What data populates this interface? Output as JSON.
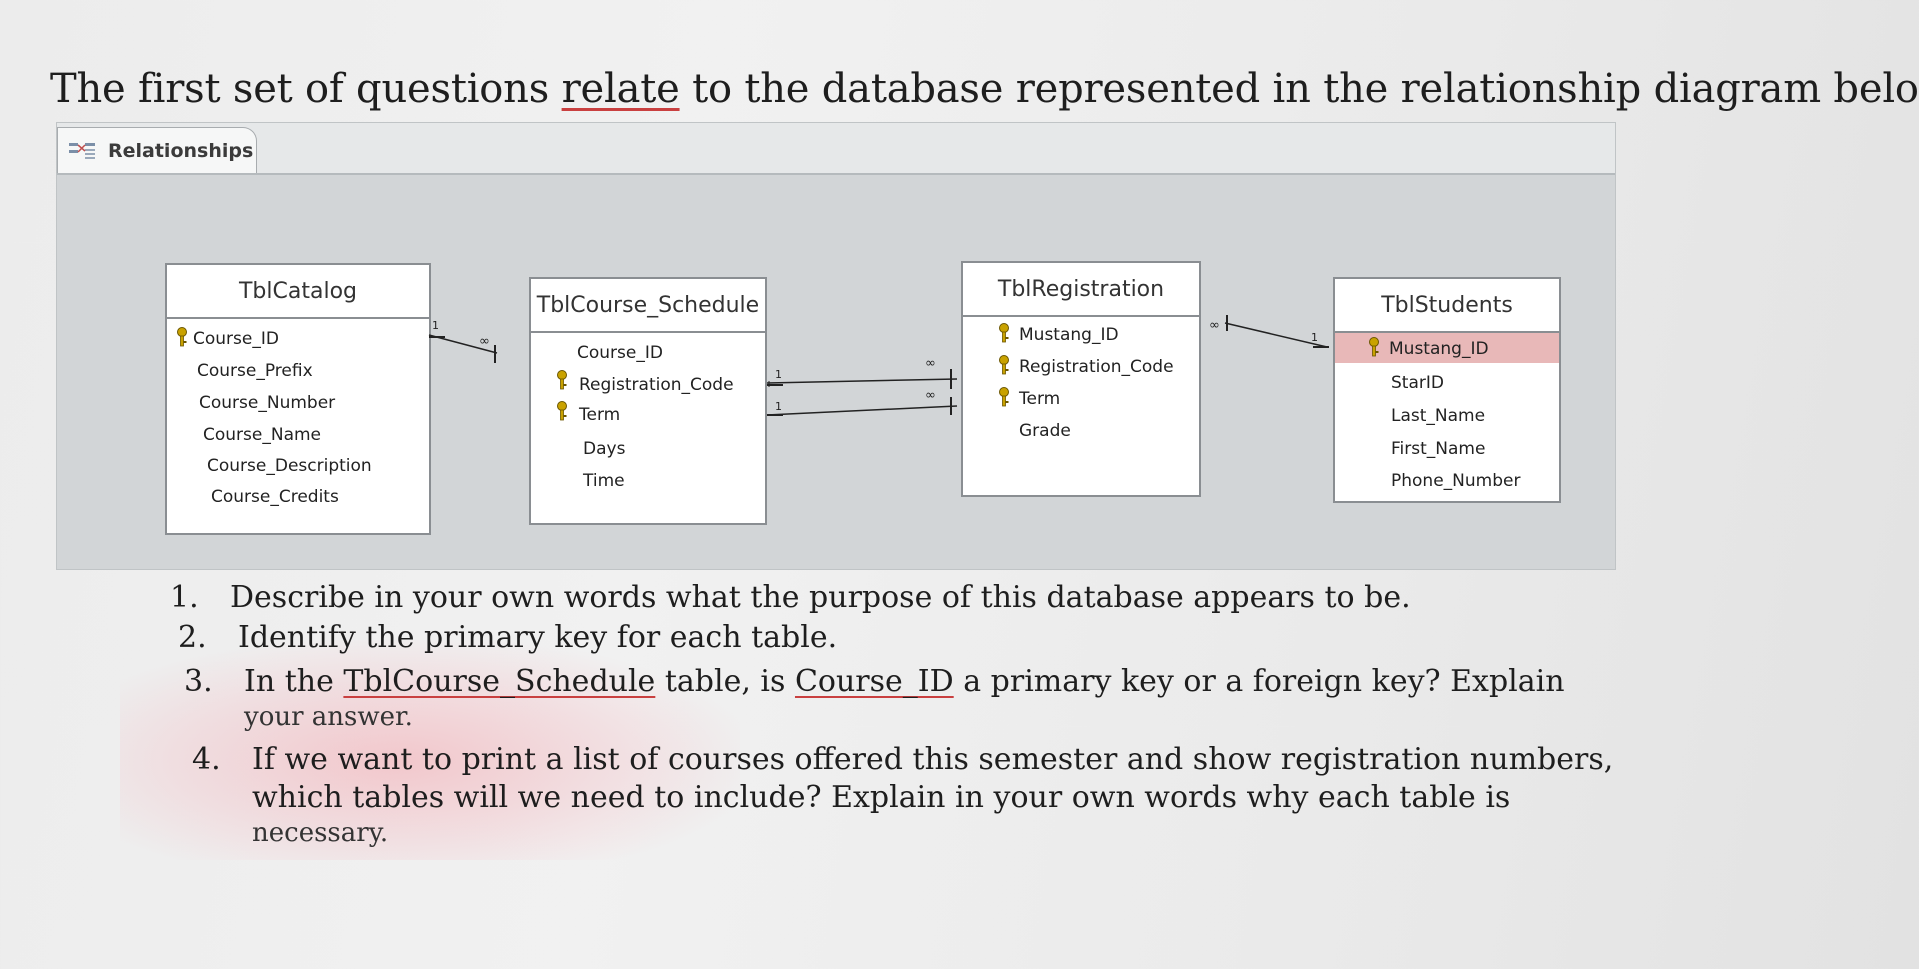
{
  "heading": {
    "before": "The first set of questions ",
    "underlined": "relate",
    "after": " to the database represented in the relationship diagram below."
  },
  "tab": {
    "icon": "relationships-icon",
    "label": "Relationships"
  },
  "tables": {
    "catalog": {
      "title": "TblCatalog",
      "fields": [
        "Course_ID",
        "Course_Prefix",
        "Course_Number",
        "Course_Name",
        "Course_Description",
        "Course_Credits"
      ],
      "keys": [
        "Course_ID"
      ]
    },
    "schedule": {
      "title": "TblCourse_Schedule",
      "fields": [
        "Course_ID",
        "Registration_Code",
        "Term",
        "Days",
        "Time"
      ],
      "keys": [
        "Registration_Code",
        "Term"
      ]
    },
    "registration": {
      "title": "TblRegistration",
      "fields": [
        "Mustang_ID",
        "Registration_Code",
        "Term",
        "Grade"
      ],
      "keys": [
        "Mustang_ID",
        "Registration_Code",
        "Term"
      ]
    },
    "students": {
      "title": "TblStudents",
      "fields": [
        "Mustang_ID",
        "StarID",
        "Last_Name",
        "First_Name",
        "Phone_Number"
      ],
      "keys": [
        "Mustang_ID"
      ],
      "selected_field": "Mustang_ID"
    }
  },
  "relationships": [
    {
      "from": "TblCatalog.Course_ID",
      "to": "TblCourse_Schedule.Course_ID",
      "one": "1",
      "many": "∞"
    },
    {
      "from": "TblCourse_Schedule.Registration_Code",
      "to": "TblRegistration.Registration_Code",
      "one": "1",
      "many": "∞"
    },
    {
      "from": "TblCourse_Schedule.Term",
      "to": "TblRegistration.Term",
      "one": "1",
      "many": "∞"
    },
    {
      "from": "TblStudents.Mustang_ID",
      "to": "TblRegistration.Mustang_ID",
      "one": "1",
      "many": "∞"
    }
  ],
  "questions": [
    {
      "num": "1.",
      "lines": [
        "Describe in your own words what the purpose of this database appears to be."
      ]
    },
    {
      "num": "2.",
      "lines": [
        "Identify the primary key for each table."
      ]
    },
    {
      "num": "3.",
      "parts": {
        "a": "In the ",
        "b": "TblCourse_Schedule",
        "c": " table, is ",
        "d": "Course_ID",
        "e": " a primary key or a foreign key? Explain"
      },
      "lines": [
        "your answer."
      ]
    },
    {
      "num": "4.",
      "lines": [
        "If we want to print a list of courses offered this semester and show registration numbers,",
        "which tables will we need to include? Explain in your own words why each table is",
        "necessary."
      ]
    }
  ]
}
